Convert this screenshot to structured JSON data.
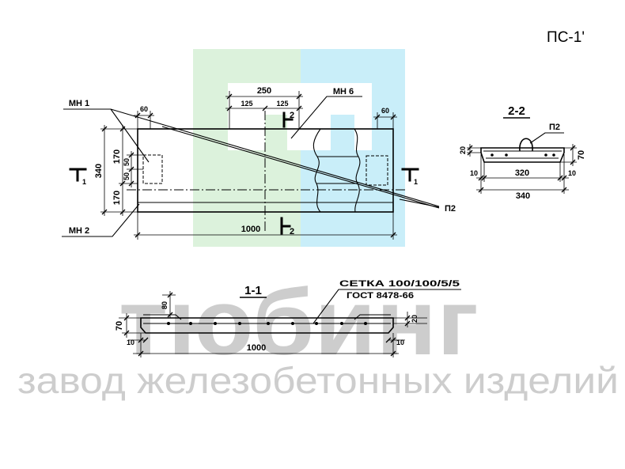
{
  "title": "ПС-1'",
  "watermark": {
    "brand": "тюбинг",
    "tagline": "завод железобетонных изделий",
    "colors": {
      "green": "#dcf2dc",
      "blue": "#c9eef9",
      "text": "#cdcdcd"
    }
  },
  "plan_view": {
    "labels": {
      "mn1": "МН 1",
      "mn2": "МН 2",
      "mn6": "МН 6",
      "p2": "П2"
    },
    "dims": {
      "mn6_width": "250",
      "mn6_half_left": "125",
      "mn6_half_right": "125",
      "edge_left": "60",
      "edge_right": "60",
      "width": "340",
      "half_upper": "170",
      "half_lower": "170",
      "embed_upper": "50",
      "embed_lower": "50",
      "length": "1000"
    },
    "section_marks": {
      "cut1_left": "1",
      "cut1_right": "1",
      "cut2_top": "2",
      "cut2_bottom": "2"
    }
  },
  "section_2_2": {
    "title": "2-2",
    "label_p2": "П2",
    "dims": {
      "top_offset": "20",
      "thickness": "70",
      "edge_left": "10",
      "inner_width": "320",
      "edge_right": "10",
      "total_width": "340"
    }
  },
  "section_1_1": {
    "title": "1-1",
    "mesh_label": "СЕТКА 100/100/5/5",
    "standard": "ГОСТ 8478-66",
    "dims": {
      "rise": "80",
      "thickness": "70",
      "top_offset": "20",
      "edge_left": "10",
      "edge_right": "10",
      "length": "1000"
    }
  }
}
